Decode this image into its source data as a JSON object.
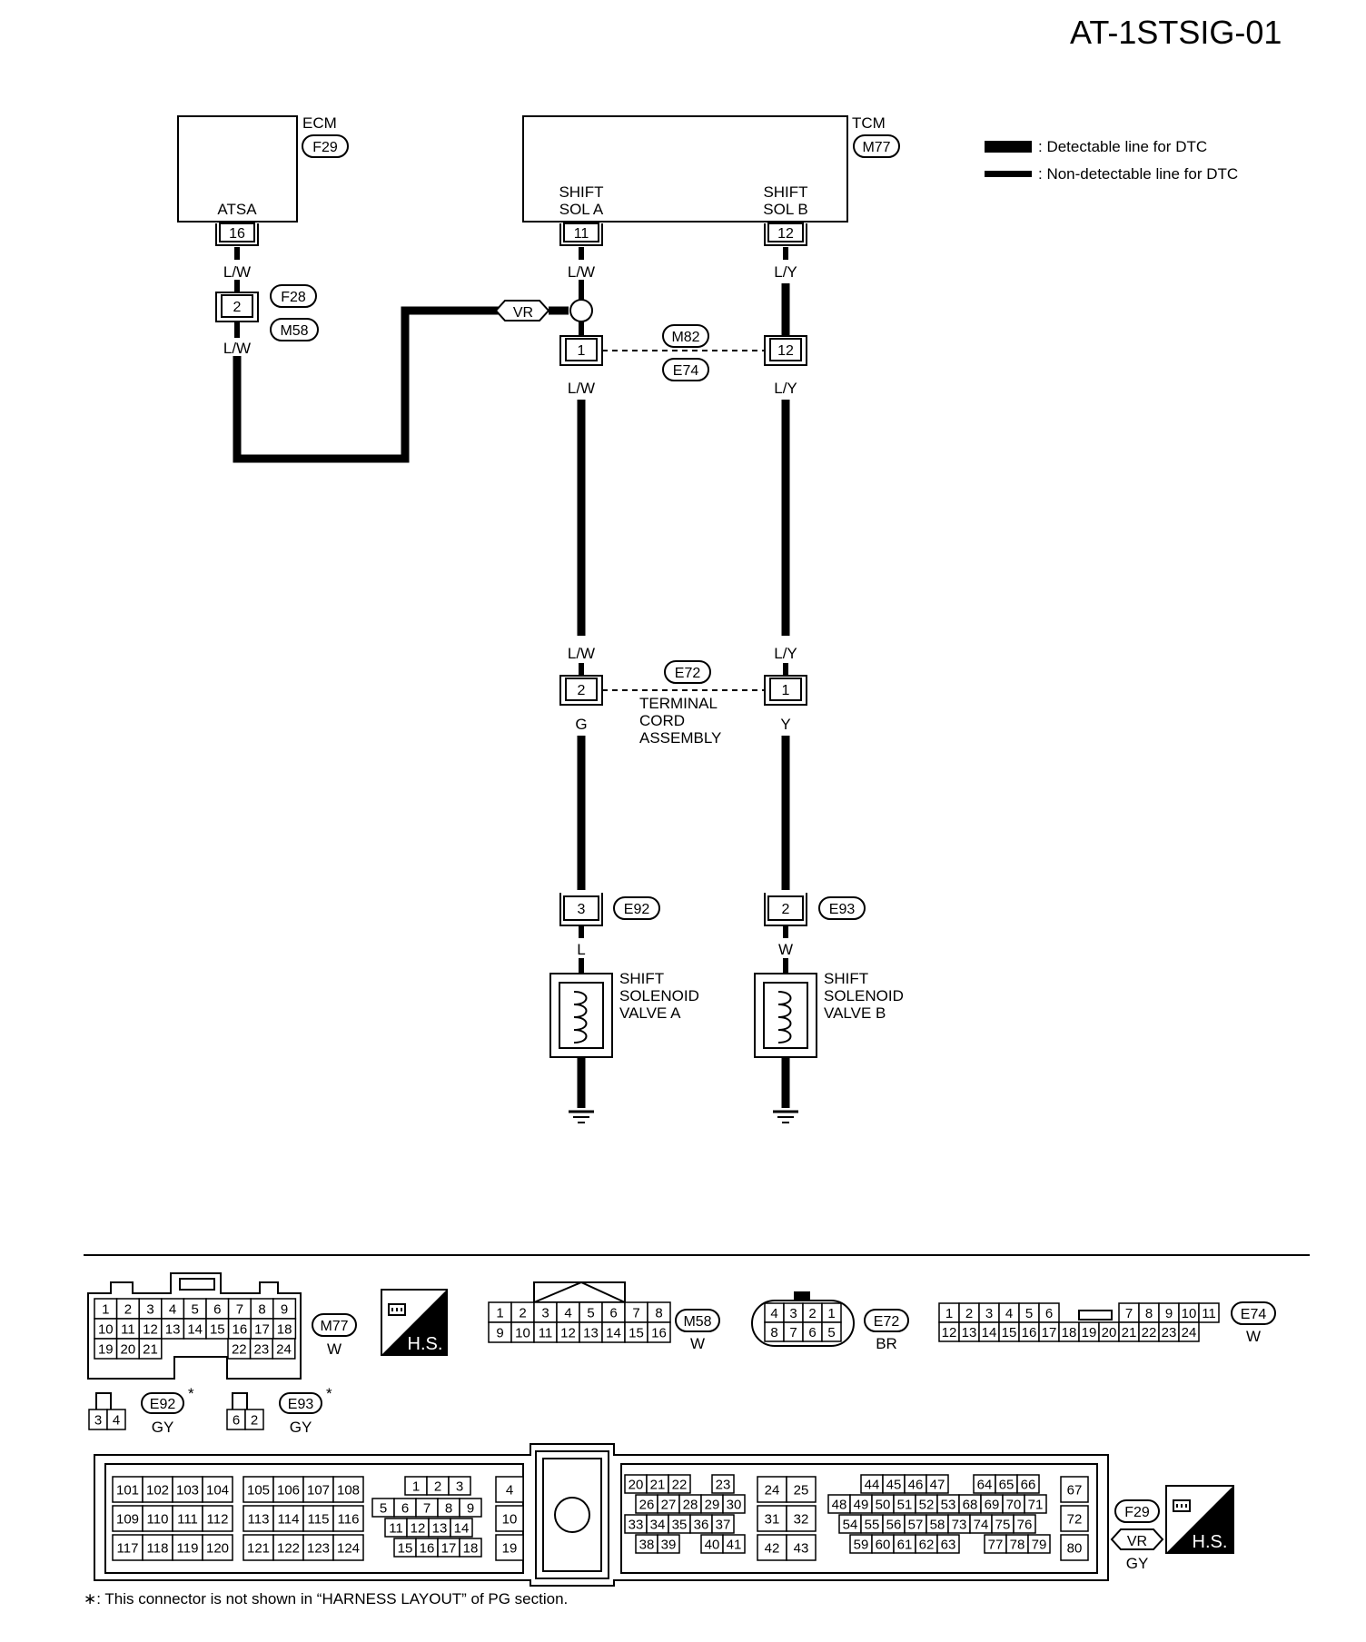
{
  "diagram_id": "AT-1STSIG-01",
  "legend": {
    "detectable": ": Detectable line for DTC",
    "non_detectable": ": Non-detectable line for DTC"
  },
  "ecm": {
    "name": "ECM",
    "connector": "F29",
    "terminal_label": "ATSA",
    "terminal": "16",
    "wire_color": "L/W"
  },
  "joint_connector": {
    "pin": "2",
    "top": "F28",
    "bottom": "M58",
    "wire_color": "L/W"
  },
  "tcm": {
    "name": "TCM",
    "connector": "M77",
    "term_a_label_1": "SHIFT",
    "term_a_label_2": "SOL A",
    "term_a": "11",
    "term_b_label_1": "SHIFT",
    "term_b_label_2": "SOL B",
    "term_b": "12"
  },
  "vr_tag": "VR",
  "m82_e74": {
    "top": "M82",
    "bottom": "E74",
    "pin_left": "1",
    "pin_right": "12"
  },
  "e72": {
    "id": "E72",
    "pin_left": "2",
    "pin_right": "1",
    "text_1": "TERMINAL",
    "text_2": "CORD",
    "text_3": "ASSEMBLY"
  },
  "wires": {
    "lw": "L/W",
    "ly": "L/Y",
    "g": "G",
    "y": "Y",
    "l": "L",
    "w": "W"
  },
  "e92": {
    "id": "E92",
    "pin": "3"
  },
  "e93": {
    "id": "E93",
    "pin": "2"
  },
  "valve_a": {
    "line1": "SHIFT",
    "line2": "SOLENOID",
    "line3": "VALVE A"
  },
  "valve_b": {
    "line1": "SHIFT",
    "line2": "SOLENOID",
    "line3": "VALVE B"
  },
  "connector_views": {
    "m77": {
      "id": "M77",
      "color": "W",
      "row1": [
        "1",
        "2",
        "3",
        "4",
        "5",
        "6",
        "7",
        "8",
        "9"
      ],
      "row2": [
        "10",
        "11",
        "12",
        "13",
        "14",
        "15",
        "16",
        "17",
        "18"
      ],
      "row3a": [
        "19",
        "20",
        "21"
      ],
      "row3b": [
        "22",
        "23",
        "24"
      ]
    },
    "hs": "H.S.",
    "m58": {
      "id": "M58",
      "color": "W",
      "row1": [
        "1",
        "2",
        "3",
        "4",
        "5",
        "6",
        "7",
        "8"
      ],
      "row2": [
        "9",
        "10",
        "11",
        "12",
        "13",
        "14",
        "15",
        "16"
      ]
    },
    "e72": {
      "id": "E72",
      "color": "BR",
      "row1": [
        "4",
        "3",
        "2",
        "1"
      ],
      "row2": [
        "8",
        "7",
        "6",
        "5"
      ]
    },
    "e74": {
      "id": "E74",
      "color": "W",
      "row1a": [
        "1",
        "2",
        "3",
        "4",
        "5",
        "6"
      ],
      "row1b": [
        "7",
        "8",
        "9",
        "10",
        "11"
      ],
      "row2": [
        "12",
        "13",
        "14",
        "15",
        "16",
        "17",
        "18",
        "19",
        "20",
        "21",
        "22",
        "23",
        "24"
      ]
    },
    "e92": {
      "id": "E92",
      "star": "*",
      "color": "GY",
      "pins": [
        "3",
        "4"
      ]
    },
    "e93": {
      "id": "E93",
      "star": "*",
      "color": "GY",
      "pins": [
        "6",
        "2"
      ]
    },
    "f29": {
      "id": "F29",
      "vr": "VR",
      "color": "GY",
      "g1": [
        [
          "101",
          "102",
          "103",
          "104"
        ],
        [
          "109",
          "110",
          "111",
          "112"
        ],
        [
          "117",
          "118",
          "119",
          "120"
        ]
      ],
      "g2": [
        [
          "105",
          "106",
          "107",
          "108"
        ],
        [
          "113",
          "114",
          "115",
          "116"
        ],
        [
          "121",
          "122",
          "123",
          "124"
        ]
      ],
      "g3a": [
        "1",
        "2",
        "3"
      ],
      "g3b": [
        "5",
        "6",
        "7",
        "8",
        "9"
      ],
      "g3c": [
        "11",
        "12",
        "13",
        "14"
      ],
      "g3d": [
        "15",
        "16",
        "17",
        "18"
      ],
      "g4": [
        "4",
        "10",
        "19"
      ],
      "g5a": [
        "20",
        "21",
        "22"
      ],
      "g5a2": [
        "23"
      ],
      "g5b": [
        "26",
        "27",
        "28",
        "29",
        "30"
      ],
      "g5c": [
        "33",
        "34",
        "35",
        "36",
        "37"
      ],
      "g5d": [
        "38",
        "39"
      ],
      "g5d2": [
        "40",
        "41"
      ],
      "g6": [
        [
          "24",
          "25"
        ],
        [
          "31",
          "32"
        ],
        [
          "42",
          "43"
        ]
      ],
      "g7a": [
        "44",
        "45",
        "46",
        "47"
      ],
      "g7a2": [
        "64",
        "65",
        "66"
      ],
      "g7b": [
        "48",
        "49",
        "50",
        "51",
        "52",
        "53",
        "68",
        "69",
        "70",
        "71"
      ],
      "g7c": [
        "54",
        "55",
        "56",
        "57",
        "58",
        "73",
        "74",
        "75",
        "76"
      ],
      "g7d": [
        "59",
        "60",
        "61",
        "62",
        "63"
      ],
      "g7d2": [
        "77",
        "78",
        "79"
      ],
      "g8": [
        "67",
        "72",
        "80"
      ]
    }
  },
  "footnote": "∗: This connector is not shown in “HARNESS LAYOUT” of PG section."
}
